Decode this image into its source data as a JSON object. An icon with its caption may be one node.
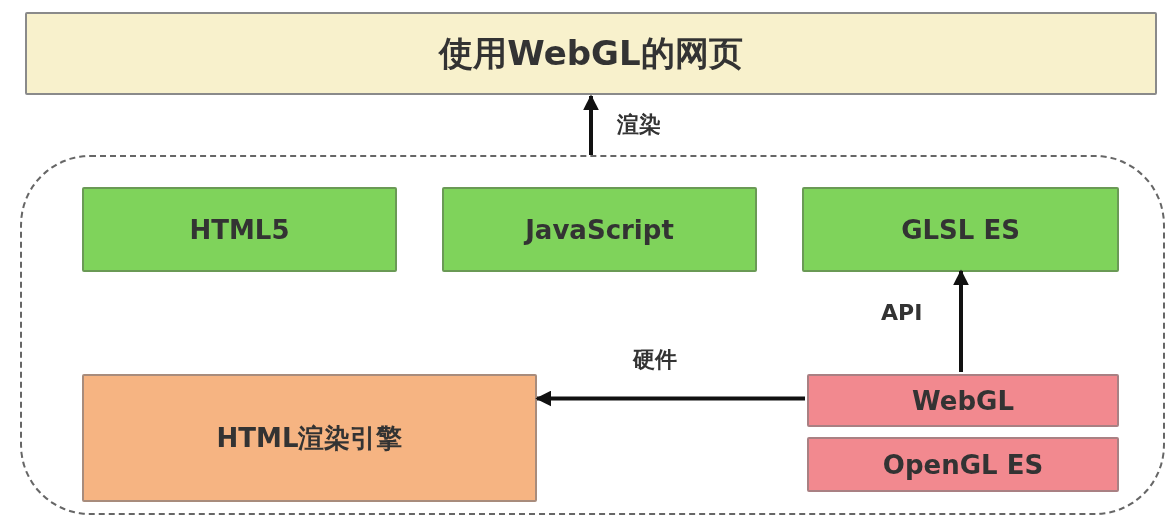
{
  "diagram": {
    "nodes": [
      {
        "text": [
          "使用WebGL的网页"
        ]
      },
      {
        "text": [],
        "shape": "box"
      },
      {
        "text": [
          "HTML5"
        ],
        "in": 1
      },
      {
        "text": [
          "JavaScript"
        ],
        "in": 1
      },
      {
        "text": [
          "GLSL ES"
        ],
        "in": 1
      },
      {
        "text": [
          "HTML渲染引擎"
        ],
        "in": 1
      },
      {
        "text": [
          "WebGL"
        ],
        "in": 1
      },
      {
        "text": [
          "OpenGL ES"
        ],
        "in": 1
      }
    ],
    "edges": [
      {
        "from": 1,
        "to": 0,
        "arrow": "to",
        "label": "渲染"
      },
      {
        "from": 6,
        "to": 4,
        "arrow": "to",
        "label": "API"
      },
      {
        "from": 6,
        "to": 5,
        "arrow": "to",
        "label": "硬件"
      }
    ]
  }
}
